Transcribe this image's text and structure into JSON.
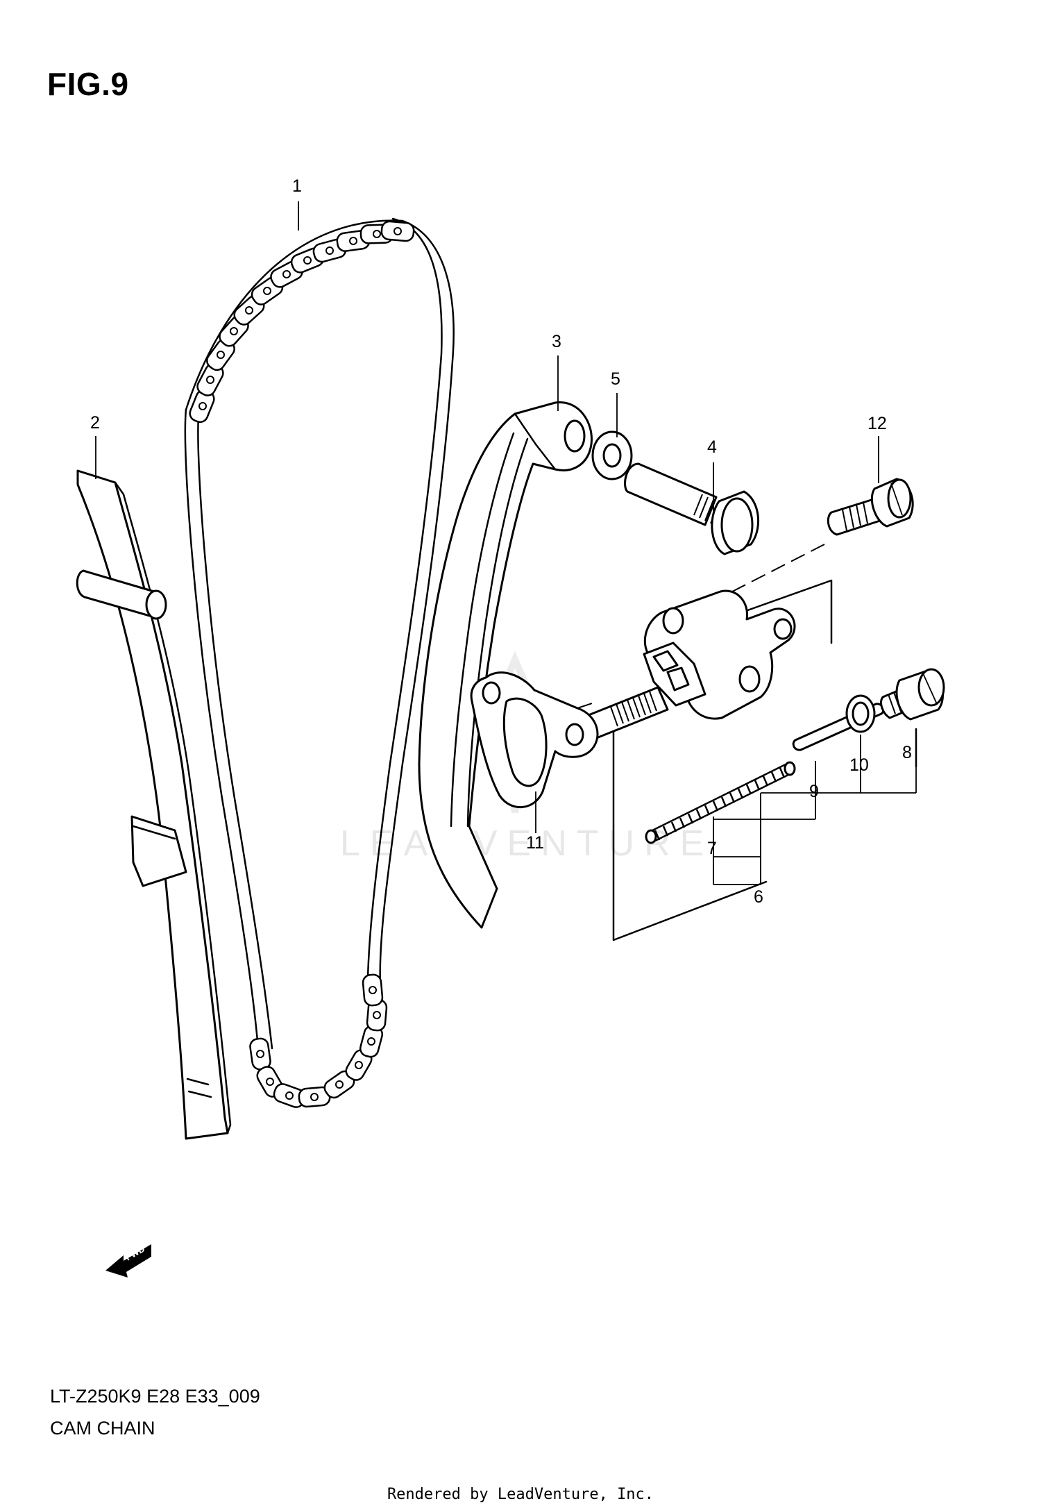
{
  "figure": {
    "title": "FIG.9",
    "model_code": "LT-Z250K9 E28 E33_009",
    "section_name": "CAM CHAIN"
  },
  "callouts": [
    "1",
    "2",
    "3",
    "4",
    "5",
    "6",
    "7",
    "8",
    "9",
    "10",
    "11",
    "12"
  ],
  "direction_badge": "FWD",
  "watermark": "LEADVENTURE",
  "footer": {
    "render_credit": "Rendered by LeadVenture, Inc."
  },
  "colors": {
    "line": "#000000",
    "background": "#ffffff",
    "watermark": "#e7e7e7"
  }
}
